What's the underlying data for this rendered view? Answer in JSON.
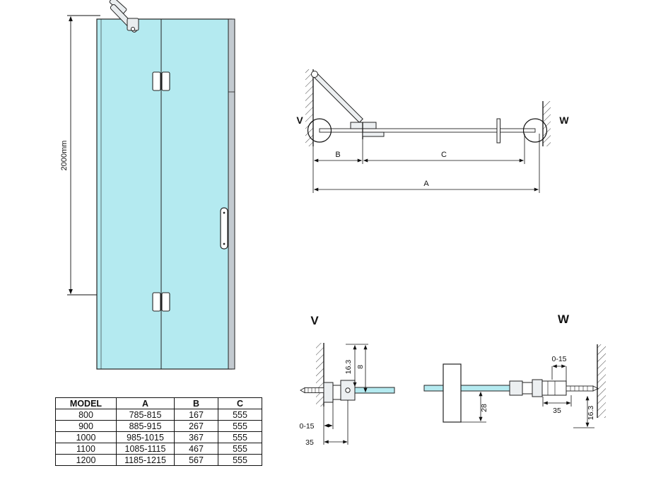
{
  "colors": {
    "glass": "#b4eaf0"
  },
  "front_view": {
    "height_dim": "2000mm"
  },
  "plan_view": {
    "v_label": "V",
    "w_label": "W",
    "b_label": "B",
    "c_label": "C",
    "a_label": "A"
  },
  "detail_v": {
    "title": "V",
    "dim_offset": "16.3",
    "dim_thickness": "8",
    "dim_adjust": "0-15",
    "dim_depth": "35"
  },
  "detail_w": {
    "title": "W",
    "dim_adjust": "0-15",
    "dim_depth": "35",
    "dim_overlap": "28",
    "dim_offset": "16.3"
  },
  "size_table": {
    "headers": [
      "MODEL",
      "A",
      "B",
      "C"
    ],
    "rows": [
      [
        "800",
        "785-815",
        "167",
        "555"
      ],
      [
        "900",
        "885-915",
        "267",
        "555"
      ],
      [
        "1000",
        "985-1015",
        "367",
        "555"
      ],
      [
        "1100",
        "1085-1115",
        "467",
        "555"
      ],
      [
        "1200",
        "1185-1215",
        "567",
        "555"
      ]
    ]
  }
}
